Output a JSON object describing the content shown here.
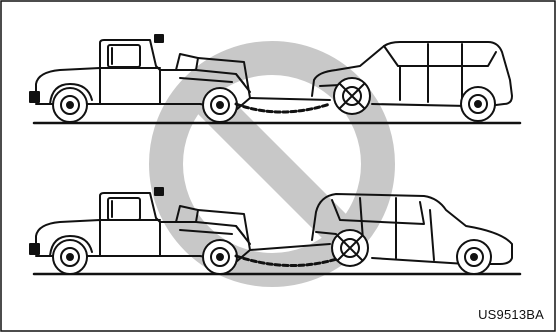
{
  "figure": {
    "code": "US9513BA",
    "prohibition_icon": "no-symbol-icon",
    "scenes": [
      {
        "name": "tow-truck-lifting-front-wheels-rear-wheels-on-road"
      },
      {
        "name": "tow-truck-lifting-rear-wheels-front-wheels-on-road"
      }
    ]
  },
  "colors": {
    "line": "#111111",
    "prohibition_gray": "#c8c8c8",
    "background": "#ffffff"
  }
}
